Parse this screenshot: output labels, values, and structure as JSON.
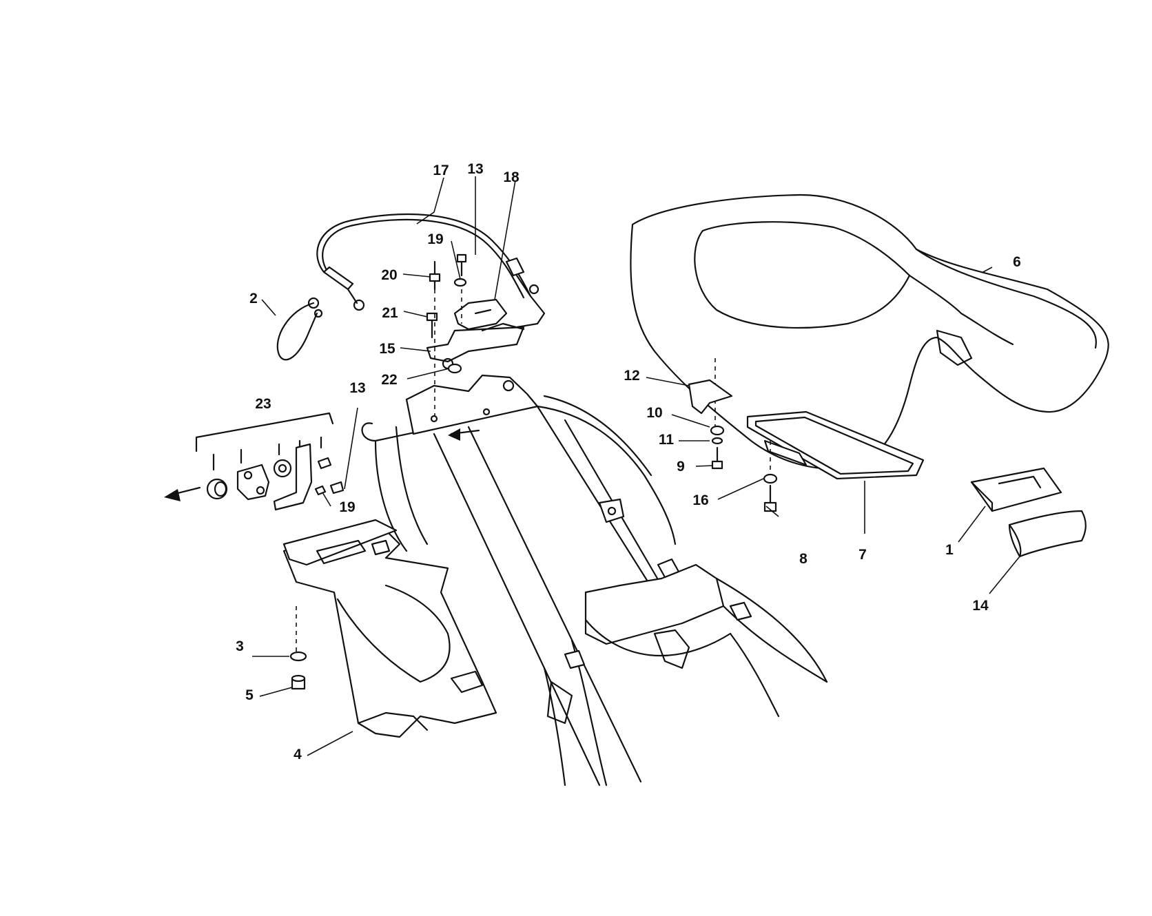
{
  "diagram": {
    "callouts": {
      "c1": "1",
      "c2": "2",
      "c3": "3",
      "c4": "4",
      "c5": "5",
      "c6": "6",
      "c7": "7",
      "c8": "8",
      "c9": "9",
      "c10": "10",
      "c11": "11",
      "c12": "12",
      "c13a": "13",
      "c13b": "13",
      "c14": "14",
      "c15": "15",
      "c16": "16",
      "c17": "17",
      "c18": "18",
      "c19a": "19",
      "c19b": "19",
      "c20": "20",
      "c21": "21",
      "c22": "22",
      "c23": "23"
    }
  }
}
